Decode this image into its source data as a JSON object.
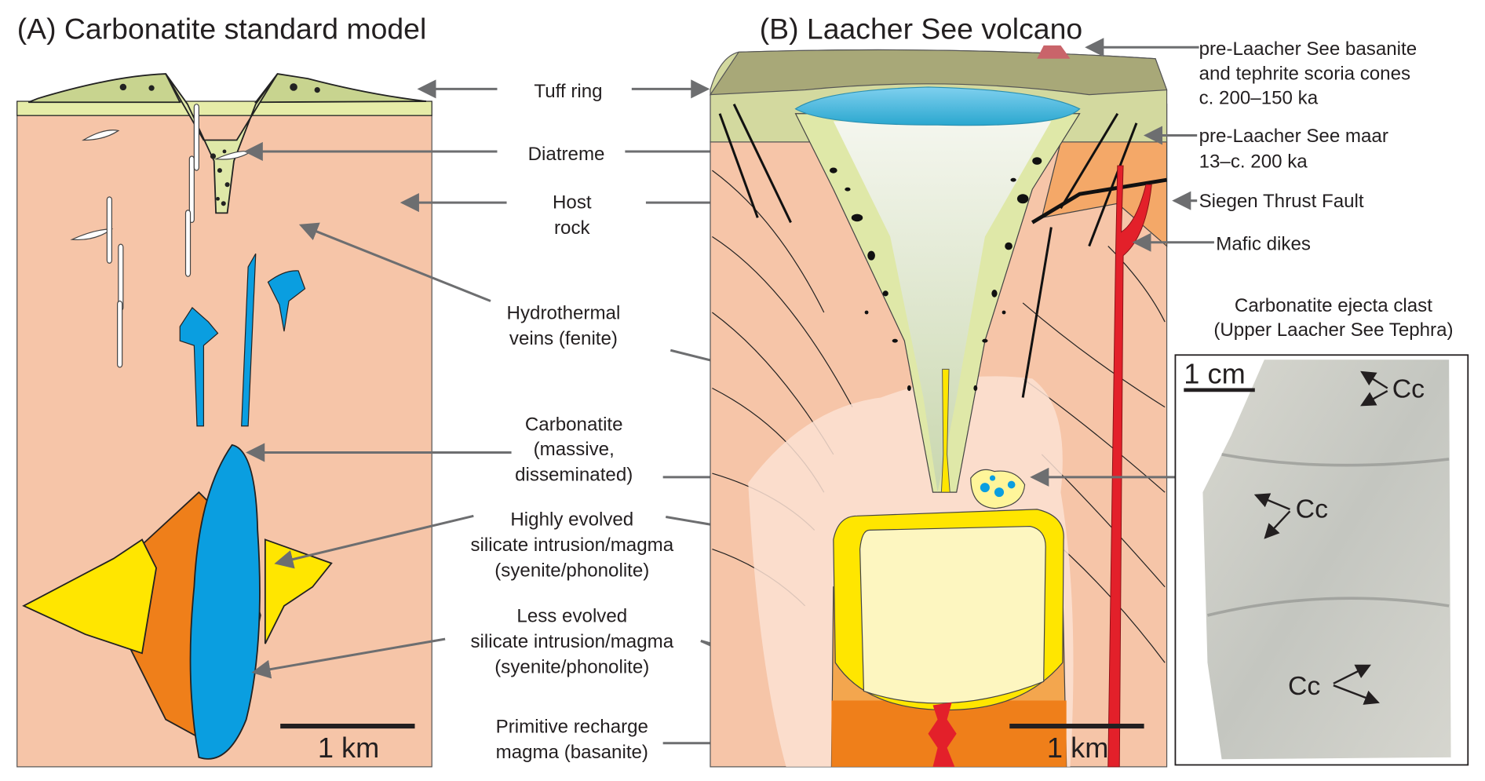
{
  "panel_a": {
    "title": "(A) Carbonatite standard model",
    "scale_bar": "1 km"
  },
  "panel_b": {
    "title": "(B) Laacher See volcano",
    "scale_bar": "1 km",
    "labels": {
      "scoria_cones": [
        "pre-Laacher See basanite",
        "and tephrite scoria cones",
        "c. 200–150 ka"
      ],
      "maar": [
        "pre-Laacher See maar",
        "13–c. 200 ka"
      ],
      "thrust_fault": "Siegen Thrust Fault",
      "mafic_dikes": "Mafic dikes",
      "ejecta_caption": [
        "Carbonatite ejecta clast",
        "(Upper Laacher See Tephra)"
      ]
    },
    "photo": {
      "scale_bar": "1 cm",
      "mineral_labels": [
        "Cc",
        "Cc",
        "Cc"
      ]
    }
  },
  "shared_labels": {
    "tuff_ring": "Tuff ring",
    "diatreme": "Diatreme",
    "host_rock": [
      "Host",
      "rock"
    ],
    "hydrothermal_veins": [
      "Hydrothermal",
      "veins (fenite)"
    ],
    "carbonatite": [
      "Carbonatite",
      "(massive,",
      "disseminated)"
    ],
    "highly_evolved": [
      "Highly evolved",
      "silicate intrusion/magma",
      "(syenite/phonolite)"
    ],
    "less_evolved": [
      "Less evolved",
      "silicate intrusion/magma",
      "(syenite/phonolite)"
    ],
    "primitive": [
      "Primitive recharge",
      "magma (basanite)"
    ]
  },
  "colors": {
    "host_rock": "#f6c5a8",
    "tuff": "#e6eca8",
    "diatreme": "#dfe8a8",
    "carbonatite": "#0a9ee0",
    "highly_evolved": "#ffe600",
    "less_evolved": "#ef7f1a",
    "mafic_dike": "#e3202a",
    "lake": "#3fb3dc"
  }
}
